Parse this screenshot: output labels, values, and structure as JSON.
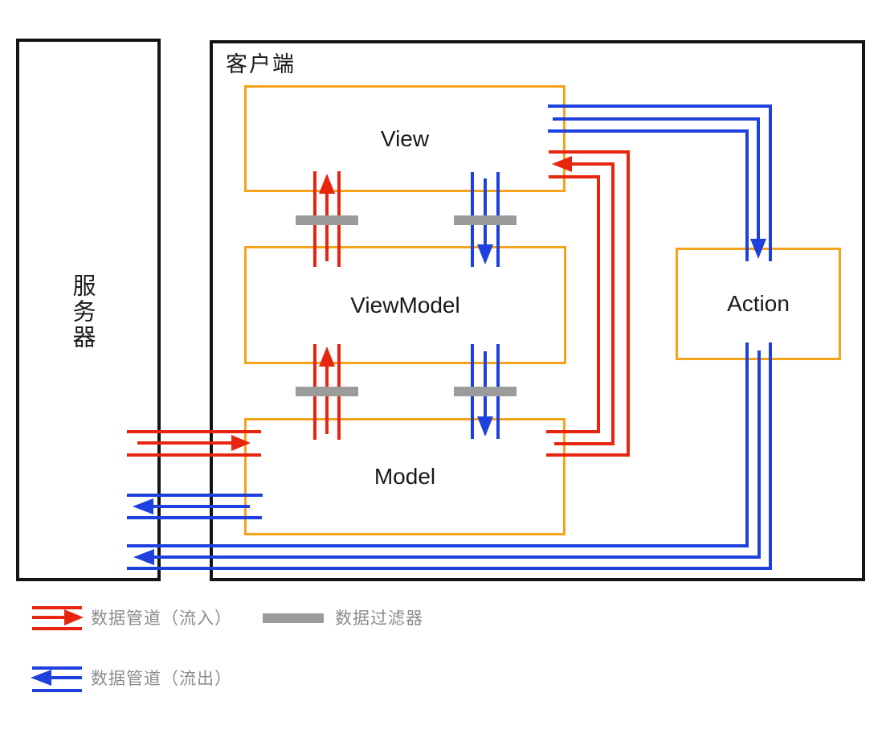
{
  "containers": {
    "server": {
      "label": "服务器"
    },
    "client": {
      "label": "客户端"
    }
  },
  "nodes": {
    "view": {
      "label": "View"
    },
    "viewmodel": {
      "label": "ViewModel"
    },
    "model": {
      "label": "Model"
    },
    "action": {
      "label": "Action"
    }
  },
  "legend": {
    "inflow": {
      "label": "数据管道（流入）",
      "color": "#e8250e",
      "symbol": "triple-line-right-arrow"
    },
    "filter": {
      "label": "数据过滤器",
      "color": "#9b9b9b",
      "symbol": "gray-bar"
    },
    "outflow": {
      "label": "数据管道（流出）",
      "color": "#1e40dd",
      "symbol": "triple-line-left-arrow"
    }
  },
  "colors": {
    "inflow_red": "#e8250e",
    "outflow_blue": "#1e40dd",
    "component_border_orange": "#f6a21b",
    "container_border_black": "#141414",
    "filter_gray": "#9b9b9b",
    "legend_text_gray": "#8c8c8c",
    "background": "#ffffff"
  },
  "connections": [
    {
      "type": "inflow",
      "from": "server",
      "to": "model",
      "lines": 3,
      "arrow": "right"
    },
    {
      "type": "inflow",
      "from": "model",
      "to": "viewmodel",
      "lines": 3,
      "arrow": "up",
      "through": "filter"
    },
    {
      "type": "inflow",
      "from": "viewmodel",
      "to": "view",
      "lines": 3,
      "arrow": "up",
      "through": "filter"
    },
    {
      "type": "inflow",
      "from": "model",
      "to": "view",
      "lines": 3,
      "arrow": "left",
      "route": "right-side-loop"
    },
    {
      "type": "outflow",
      "from": "view",
      "to": "viewmodel",
      "lines": 3,
      "arrow": "down",
      "through": "filter"
    },
    {
      "type": "outflow",
      "from": "viewmodel",
      "to": "model",
      "lines": 3,
      "arrow": "down",
      "through": "filter"
    },
    {
      "type": "outflow",
      "from": "model",
      "to": "server",
      "lines": 3,
      "arrow": "left"
    },
    {
      "type": "outflow",
      "from": "view",
      "to": "action",
      "lines": 3,
      "arrow": "down",
      "route": "top-right"
    },
    {
      "type": "outflow",
      "from": "action",
      "to": "server",
      "lines": 3,
      "arrow": "left",
      "route": "bottom"
    }
  ],
  "filters": [
    {
      "between": [
        "view",
        "viewmodel"
      ],
      "side": "inflow"
    },
    {
      "between": [
        "view",
        "viewmodel"
      ],
      "side": "outflow"
    },
    {
      "between": [
        "viewmodel",
        "model"
      ],
      "side": "inflow"
    },
    {
      "between": [
        "viewmodel",
        "model"
      ],
      "side": "outflow"
    }
  ]
}
